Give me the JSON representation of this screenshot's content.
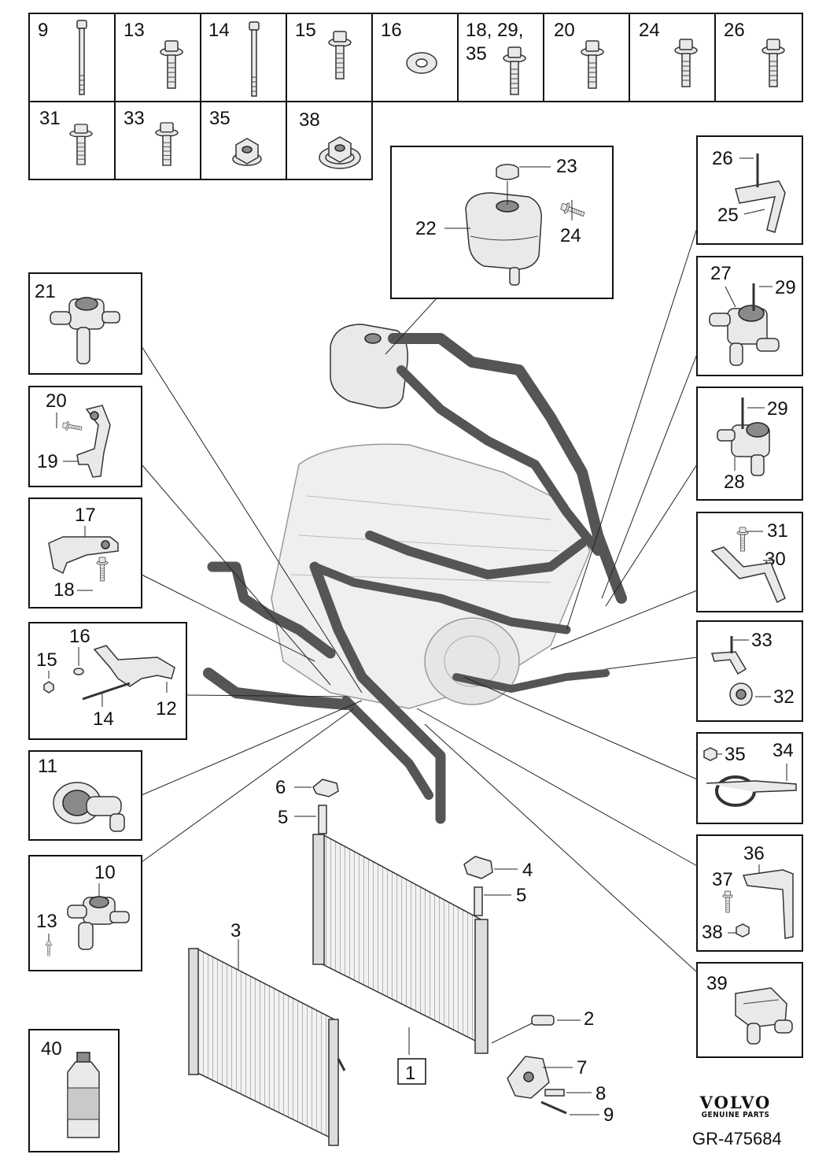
{
  "fastener_row1": [
    "9",
    "13",
    "14",
    "15",
    "16",
    "18, 29,",
    "35",
    "20",
    "24",
    "26"
  ],
  "fastener_row2": [
    "31",
    "33",
    "35",
    "38"
  ],
  "callouts": {
    "c1": "1",
    "c2": "2",
    "c3": "3",
    "c4": "4",
    "c5a": "5",
    "c5b": "5",
    "c6": "6",
    "c7": "7",
    "c8": "8",
    "c9": "9",
    "c10": "10",
    "c11": "11",
    "c12": "12",
    "c13": "13",
    "c14": "14",
    "c15": "15",
    "c16": "16",
    "c17": "17",
    "c18": "18",
    "c19": "19",
    "c20": "20",
    "c21": "21",
    "c22": "22",
    "c23": "23",
    "c24": "24",
    "c25": "25",
    "c26": "26",
    "c27": "27",
    "c28": "28",
    "c29a": "29",
    "c29b": "29",
    "c30": "30",
    "c31": "31",
    "c32": "32",
    "c33": "33",
    "c34": "34",
    "c35": "35",
    "c36": "36",
    "c37": "37",
    "c38": "38",
    "c39": "39",
    "c40": "40"
  },
  "brand": {
    "name": "VOLVO",
    "tagline": "GENUINE PARTS"
  },
  "reference": "GR-475684"
}
